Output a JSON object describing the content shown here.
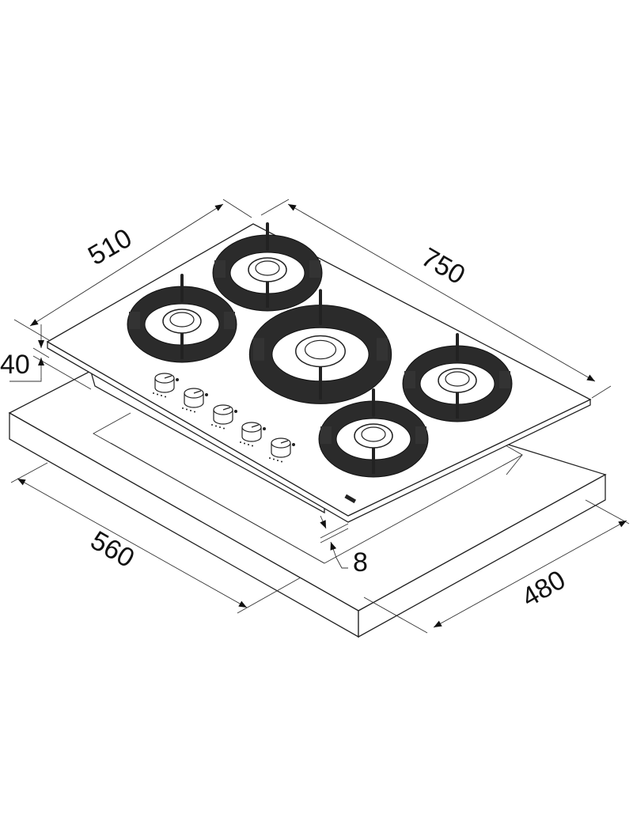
{
  "diagram": {
    "dimensions": {
      "hob_depth": "510",
      "hob_width": "750",
      "hob_height": "40",
      "cutout_width": "560",
      "cutout_depth": "480",
      "glass_overhang": "8"
    },
    "burner_count": 5,
    "knob_count": 5,
    "colors": {
      "line": "#222222",
      "grate": "#2b2b2b",
      "background": "#ffffff"
    }
  }
}
